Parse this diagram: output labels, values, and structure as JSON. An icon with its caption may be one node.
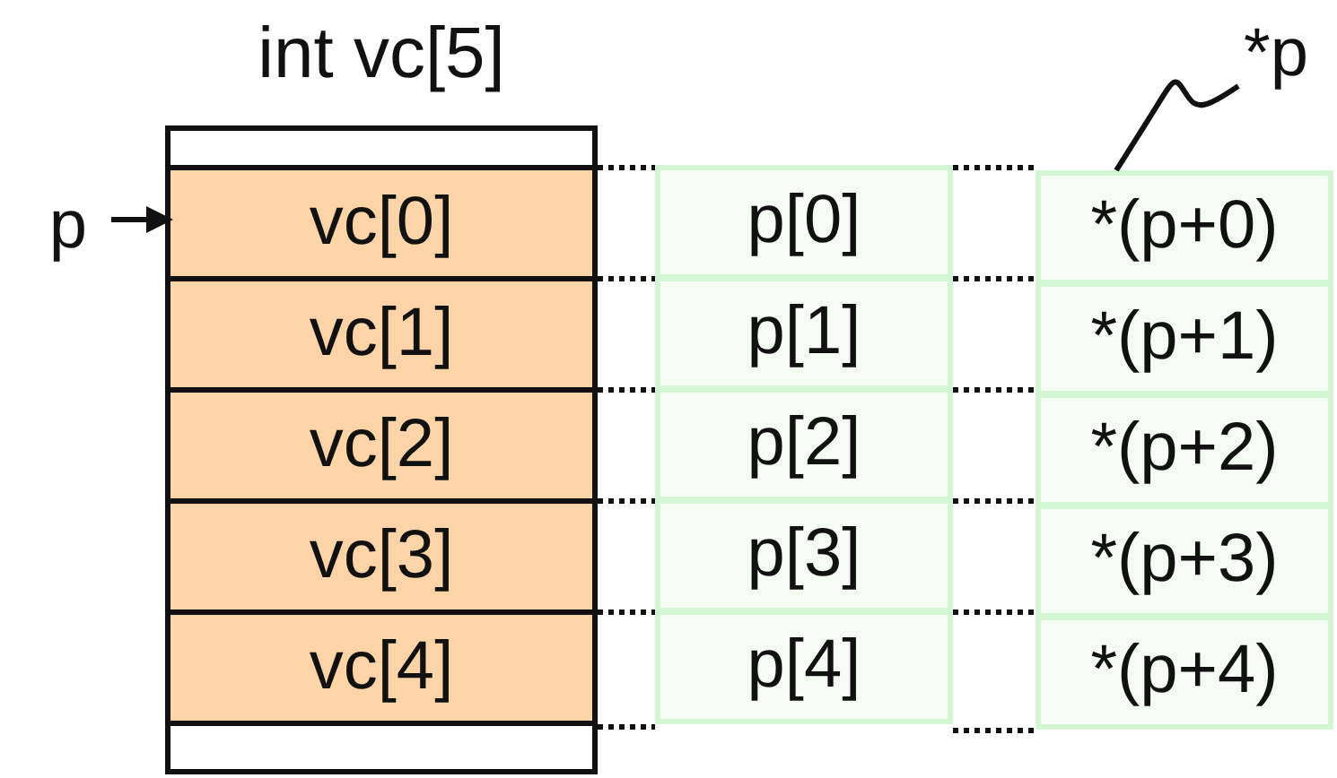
{
  "diagram": {
    "nodes": [
      {
        "text": [
          "int vc[5]"
        ]
      },
      {
        "text": [
          "vc[0]"
        ],
        "in": 0
      },
      {
        "text": [
          "vc[1]"
        ],
        "in": 0
      },
      {
        "text": [
          "vc[2]"
        ],
        "in": 0
      },
      {
        "text": [
          "vc[3]"
        ],
        "in": 0
      },
      {
        "text": [
          "vc[4]"
        ],
        "in": 0
      },
      {
        "text": [
          "p[0]"
        ]
      },
      {
        "text": [
          "p[1]"
        ]
      },
      {
        "text": [
          "p[2]"
        ]
      },
      {
        "text": [
          "p[3]"
        ]
      },
      {
        "text": [
          "p[4]"
        ]
      },
      {
        "text": [
          "*(p+0)"
        ]
      },
      {
        "text": [
          "*(p+1)"
        ]
      },
      {
        "text": [
          "*(p+2)"
        ]
      },
      {
        "text": [
          "*(p+3)"
        ]
      },
      {
        "text": [
          "*(p+4)"
        ]
      },
      {
        "text": [
          "p"
        ]
      },
      {
        "text": [
          "*p"
        ]
      }
    ],
    "edges": [
      {
        "from": 16,
        "to": 1,
        "arrow": "to"
      },
      {
        "from": 17,
        "to": 11,
        "arrow": "none"
      }
    ]
  }
}
